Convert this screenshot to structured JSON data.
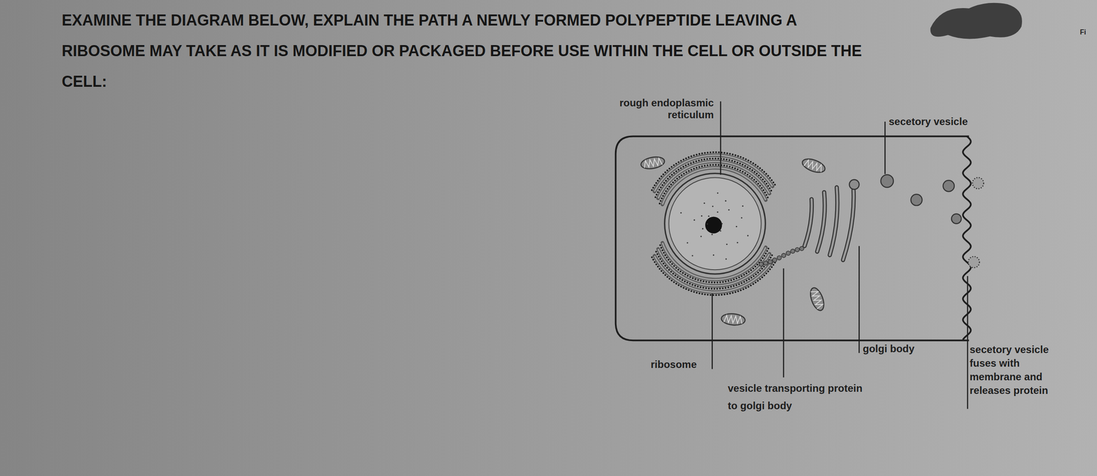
{
  "diagram": {
    "title": "EXAMINE THE DIAGRAM BELOW, EXPLAIN THE PATH A NEWLY FORMED POLYPEPTIDE LEAVING A RIBOSOME MAY TAKE AS IT IS MODIFIED OR PACKAGED BEFORE USE WITHIN THE CELL OR OUTSIDE THE CELL:",
    "labels": [
      "rough endoplasmic reticulum",
      "secetory vesicle",
      "ribosome",
      "vesicle transporting protein to golgi body",
      "golgi body",
      "secetory vesicle fuses with membrane and releases protein",
      "Fi"
    ]
  }
}
